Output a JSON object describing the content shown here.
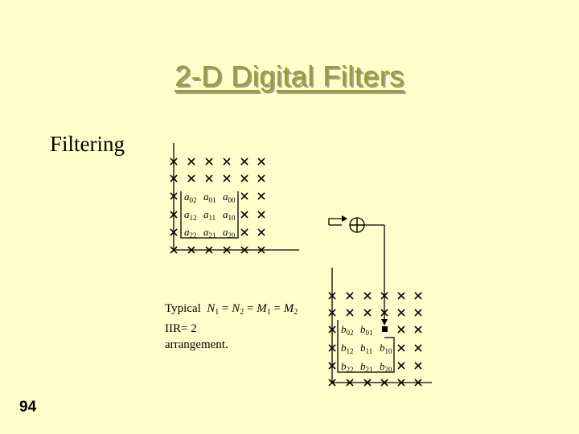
{
  "slide": {
    "title": "2-D Digital Filters",
    "bullet": "Filtering",
    "page_number": "94",
    "caption": {
      "line1_prefix": "Typical",
      "line1_eq": "N1 = N2 = M1 = M2",
      "line2": "IIR= 2",
      "line3": "arrangement."
    }
  },
  "diagram": {
    "left_mask": {
      "rows": [
        [
          "a02",
          "a01",
          "a00"
        ],
        [
          "a12",
          "a11",
          "a10"
        ],
        [
          "a22",
          "a21",
          "a20"
        ]
      ]
    },
    "adder_symbol": "+",
    "right_mask": {
      "rows": [
        [
          "b02",
          "b01"
        ],
        [
          "b12",
          "b11",
          "b10"
        ],
        [
          "b22",
          "b21",
          "b20"
        ]
      ]
    }
  }
}
